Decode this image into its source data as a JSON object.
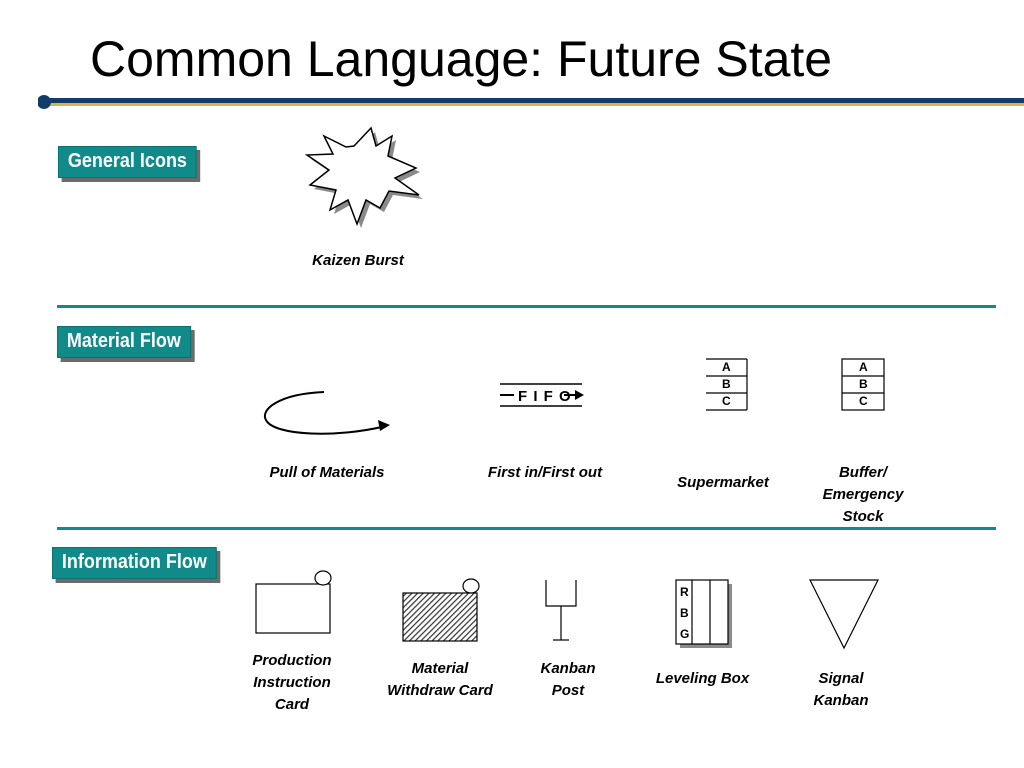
{
  "slide": {
    "title": "Common Language: Future State",
    "colors": {
      "accent": "#118a8a",
      "bar_navy": "#123d6b",
      "bar_gold": "#d9b44a"
    }
  },
  "sections": {
    "general_icons": {
      "label": "General Icons",
      "items": {
        "kaizen_burst": {
          "caption": "Kaizen Burst",
          "icon": "kaizen-burst-icon"
        }
      }
    },
    "material_flow": {
      "label": "Material Flow",
      "items": {
        "pull": {
          "caption": "Pull of Materials",
          "icon": "pull-arrow-icon"
        },
        "fifo": {
          "caption": "First in/First out",
          "icon_text": "F I F O",
          "icon": "fifo-lane-icon"
        },
        "supermarket": {
          "caption": "Supermarket",
          "rows": [
            "A",
            "B",
            "C"
          ],
          "icon": "supermarket-icon"
        },
        "buffer": {
          "caption_lines": [
            "Buffer/",
            "Emergency",
            "Stock"
          ],
          "rows": [
            "A",
            "B",
            "C"
          ],
          "icon": "buffer-stock-icon"
        }
      }
    },
    "information_flow": {
      "label": "Information Flow",
      "items": {
        "production_card": {
          "caption_lines": [
            "Production",
            "Instruction",
            "Card"
          ],
          "icon": "production-kanban-icon"
        },
        "withdraw_card": {
          "caption_lines": [
            "Material",
            "Withdraw Card"
          ],
          "icon": "withdrawal-kanban-icon"
        },
        "kanban_post": {
          "caption_lines": [
            "Kanban",
            "Post"
          ],
          "icon": "kanban-post-icon"
        },
        "leveling_box": {
          "caption": "Leveling Box",
          "rows": [
            "R",
            "B",
            "G"
          ],
          "icon": "leveling-box-icon"
        },
        "signal_kanban": {
          "caption_lines": [
            "Signal",
            "Kanban"
          ],
          "icon": "signal-kanban-icon"
        }
      }
    }
  }
}
